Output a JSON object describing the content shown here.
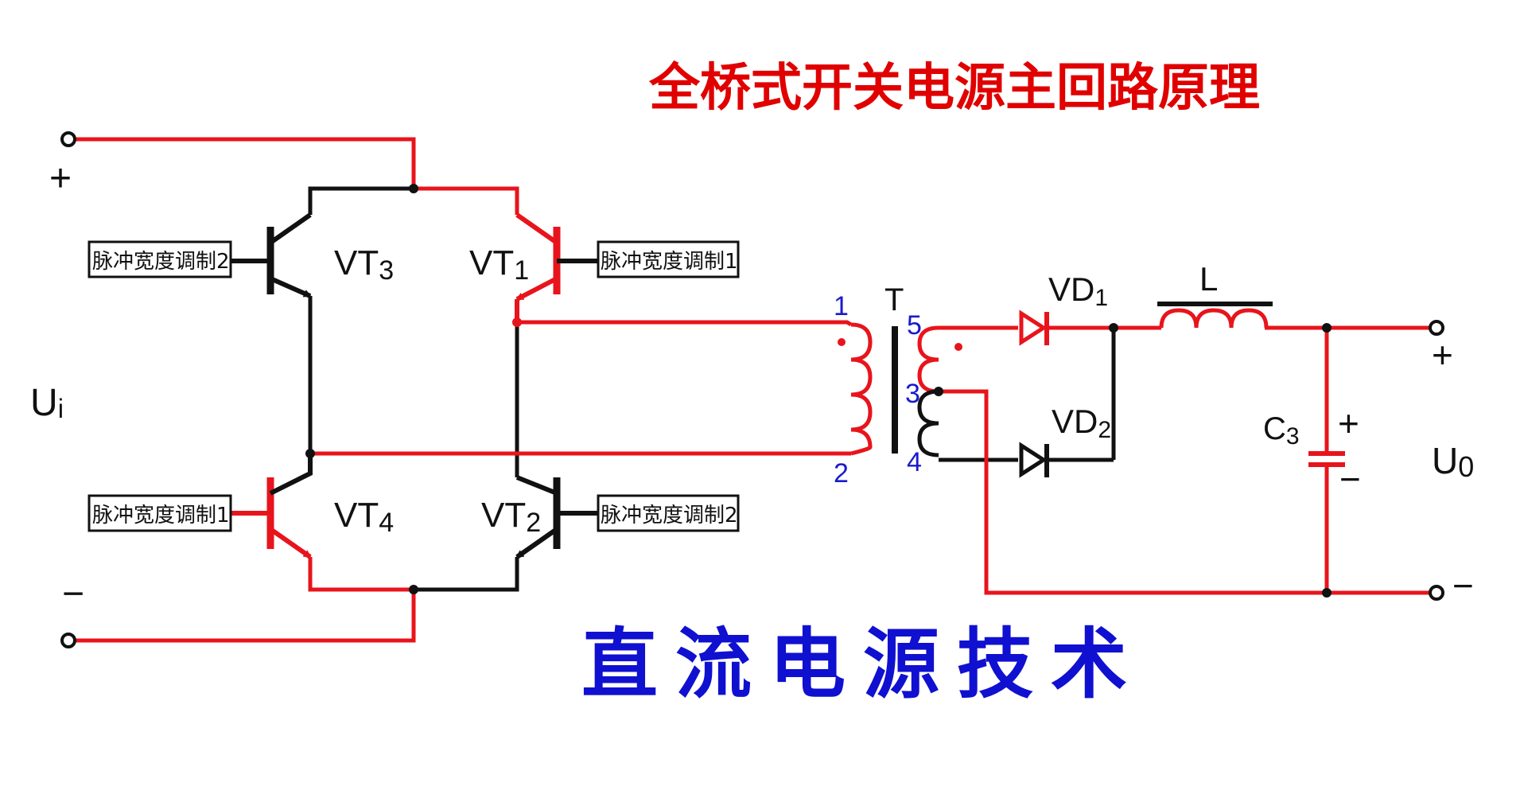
{
  "title": "全桥式开关电源主回路原理",
  "subtitle": "直流电源技术",
  "colors": {
    "title": "#e00000",
    "subtitle": "#1010d0",
    "wire_red": "#e8141c",
    "wire_black": "#111111",
    "pin_blue": "#1a1acc"
  },
  "input": {
    "plus": "+",
    "minus": "−",
    "voltage": "Uᵢ"
  },
  "transistors": [
    {
      "name": "VT",
      "sub": "3"
    },
    {
      "name": "VT",
      "sub": "1"
    },
    {
      "name": "VT",
      "sub": "4"
    },
    {
      "name": "VT",
      "sub": "2"
    }
  ],
  "pwm_labels": [
    "脉冲宽度调制2",
    "脉冲宽度调制1",
    "脉冲宽度调制1",
    "脉冲宽度调制2"
  ],
  "transformer": {
    "label": "T",
    "pins": [
      "1",
      "2",
      "5",
      "3",
      "4"
    ]
  },
  "diodes": [
    {
      "name": "VD",
      "sub": "1"
    },
    {
      "name": "VD",
      "sub": "2"
    }
  ],
  "inductor": "L",
  "capacitor": {
    "name": "C",
    "sub": "3",
    "plus": "+",
    "minus": "−"
  },
  "output": {
    "plus": "+",
    "minus": "−",
    "voltage_name": "U",
    "voltage_sub": "0"
  }
}
